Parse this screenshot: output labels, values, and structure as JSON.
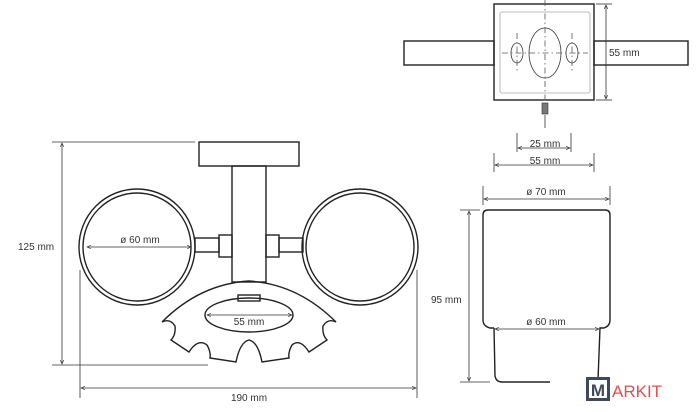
{
  "front_view": {
    "height_label": "125 mm",
    "width_label": "190 mm",
    "ring_diameter_label": "ø 60 mm",
    "soap_dish_label": "55 mm"
  },
  "top_view": {
    "plate_height_label": "55 mm",
    "hole_spacing_label": "25 mm",
    "plate_width_label": "55 mm"
  },
  "cup_view": {
    "top_diameter_label": "ø 70 mm",
    "bottom_diameter_label": "ø 60 mm",
    "height_label": "95 mm"
  },
  "watermark": {
    "letter": "M",
    "text": "ARKIT",
    "box_color": "#3d4a5c",
    "text_color": "#e05050"
  }
}
